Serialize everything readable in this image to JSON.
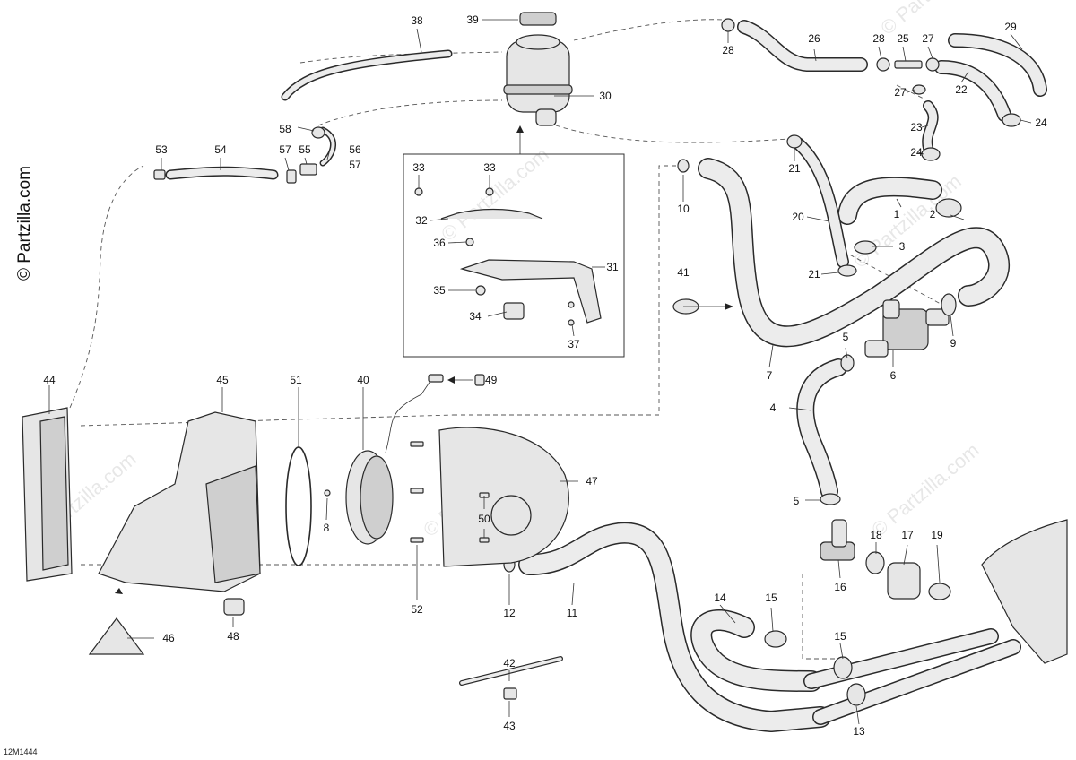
{
  "watermark": "© Partzilla.com",
  "drawing_code": "12M1444",
  "callouts": [
    "1",
    "2",
    "3",
    "4",
    "5",
    "5",
    "6",
    "7",
    "8",
    "9",
    "10",
    "11",
    "12",
    "13",
    "14",
    "15",
    "15",
    "16",
    "17",
    "18",
    "19",
    "20",
    "21",
    "21",
    "22",
    "23",
    "24",
    "24",
    "25",
    "26",
    "27",
    "27",
    "28",
    "28",
    "29",
    "30",
    "31",
    "32",
    "33",
    "33",
    "34",
    "35",
    "36",
    "37",
    "38",
    "39",
    "40",
    "41",
    "42",
    "43",
    "44",
    "45",
    "46",
    "47",
    "48",
    "49",
    "50",
    "51",
    "52",
    "53",
    "54",
    "55",
    "56",
    "57",
    "57",
    "58"
  ]
}
